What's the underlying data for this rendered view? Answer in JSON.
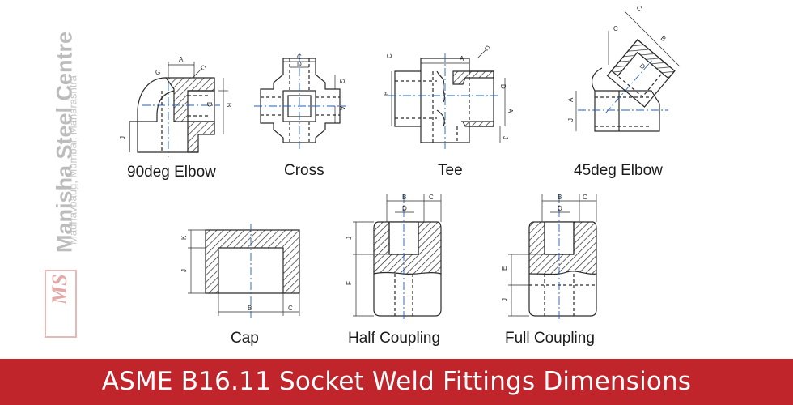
{
  "watermark": {
    "company": "Manisha Steel Centre",
    "address": "Madhavbaug, Mumbai, Maharashtra",
    "logo_text": "MS"
  },
  "fittings": {
    "elbow90": {
      "caption": "90deg Elbow",
      "dims": [
        "A",
        "C",
        "G",
        "D",
        "B",
        "J"
      ]
    },
    "cross": {
      "caption": "Cross",
      "dims": [
        "C",
        "D",
        "G",
        "A"
      ]
    },
    "tee": {
      "caption": "Tee",
      "dims": [
        "C",
        "A",
        "B",
        "C",
        "D",
        "A",
        "J"
      ]
    },
    "elbow45": {
      "caption": "45deg Elbow",
      "dims": [
        "C",
        "C",
        "B",
        "D",
        "A",
        "J"
      ]
    },
    "cap": {
      "caption": "Cap",
      "dims": [
        "K",
        "J",
        "B",
        "C"
      ]
    },
    "half_coupling": {
      "caption": "Half Coupling",
      "dims": [
        "B",
        "C",
        "D",
        "J",
        "F"
      ]
    },
    "full_coupling": {
      "caption": "Full Coupling",
      "dims": [
        "B",
        "C",
        "D",
        "E",
        "J"
      ]
    }
  },
  "footer": {
    "title": "ASME B16.11 Socket Weld Fittings Dimensions",
    "color": "#c0252b"
  },
  "colors": {
    "line": "#2a2a2a",
    "axis": "#1f5fbf",
    "hatch": "#2a2a2a"
  }
}
